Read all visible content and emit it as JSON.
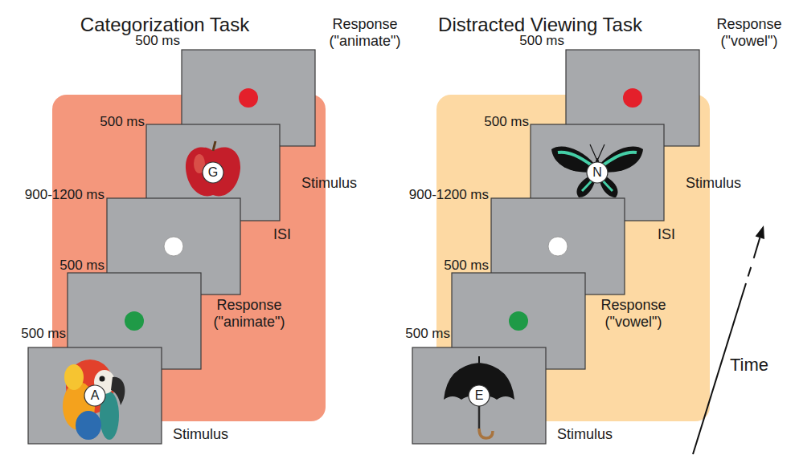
{
  "diagram": {
    "nodes": [
      {
        "text": [
          "500 ms",
          "Stimulus"
        ]
      },
      {
        "text": [
          "A"
        ],
        "in": 0
      },
      {
        "text": [
          "500 ms",
          "Response (\"animate\")"
        ]
      },
      {
        "text": [
          "900-1200 ms",
          "ISI"
        ]
      },
      {
        "text": [
          "500 ms",
          "Stimulus"
        ]
      },
      {
        "text": [
          "G"
        ],
        "in": 4
      },
      {
        "text": [
          "500 ms",
          "Response (\"animate\")"
        ]
      },
      {
        "text": [
          "500 ms",
          "Stimulus"
        ]
      },
      {
        "text": [
          "E"
        ],
        "in": 7
      },
      {
        "text": [
          "500 ms",
          "Response (\"vowel\")"
        ]
      },
      {
        "text": [
          "900-1200 ms",
          "ISI"
        ]
      },
      {
        "text": [
          "500 ms",
          "Stimulus"
        ]
      },
      {
        "text": [
          "N"
        ],
        "in": 11
      },
      {
        "text": [
          "500 ms",
          "Response (\"vowel\")"
        ]
      }
    ],
    "labels": [
      "Categorization Task",
      "Distracted Viewing Task",
      "Time"
    ]
  }
}
